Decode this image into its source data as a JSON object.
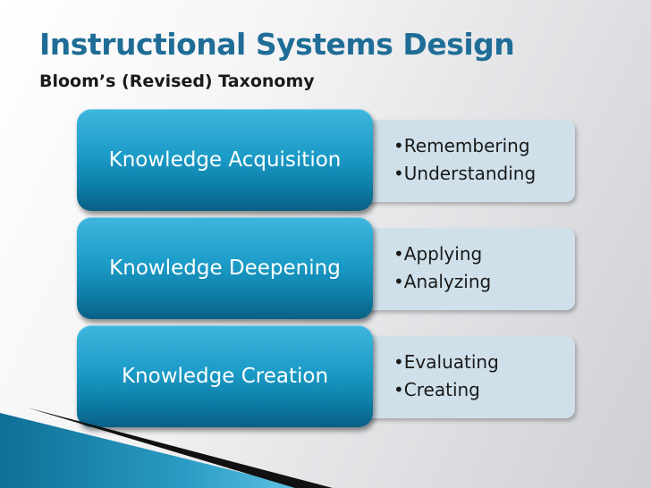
{
  "slide": {
    "title": "Instructional Systems Design",
    "subtitle": "Bloom’s (Revised) Taxonomy"
  },
  "stages": [
    {
      "label": "Knowledge Acquisition",
      "items": [
        "Remembering",
        "Understanding"
      ]
    },
    {
      "label": "Knowledge Deepening",
      "items": [
        "Applying",
        "Analyzing"
      ]
    },
    {
      "label": "Knowledge Creation",
      "items": [
        "Evaluating",
        "Creating"
      ]
    }
  ],
  "colors": {
    "title": "#1f6d96",
    "stage_box": "#1c9cc8",
    "detail_box": "#cfe0ea"
  }
}
